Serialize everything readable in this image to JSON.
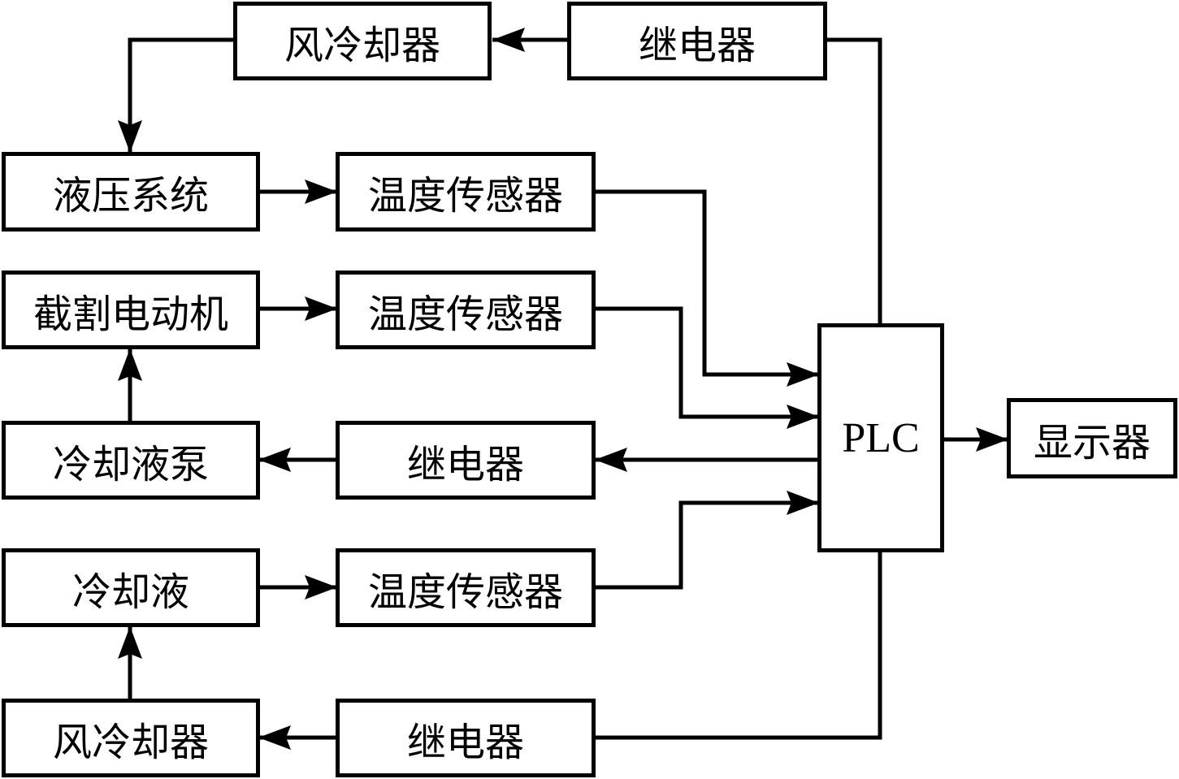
{
  "diagram": {
    "nodes": {
      "fan_cooler_top": "风冷却器",
      "relay_top": "继电器",
      "hydraulic_system": "液压系统",
      "temp_sensor_1": "温度传感器",
      "cutting_motor": "截割电动机",
      "temp_sensor_2": "温度传感器",
      "coolant_pump": "冷却液泵",
      "relay_mid": "继电器",
      "coolant": "冷却液",
      "temp_sensor_3": "温度传感器",
      "fan_cooler_bottom": "风冷却器",
      "relay_bottom": "继电器",
      "plc": "PLC",
      "display": "显示器"
    },
    "edges": [
      [
        "relay_top",
        "fan_cooler_top"
      ],
      [
        "fan_cooler_top",
        "hydraulic_system"
      ],
      [
        "hydraulic_system",
        "temp_sensor_1"
      ],
      [
        "cutting_motor",
        "temp_sensor_2"
      ],
      [
        "coolant_pump",
        "cutting_motor"
      ],
      [
        "relay_mid",
        "coolant_pump"
      ],
      [
        "coolant",
        "temp_sensor_3"
      ],
      [
        "fan_cooler_bottom",
        "coolant"
      ],
      [
        "relay_bottom",
        "fan_cooler_bottom"
      ],
      [
        "temp_sensor_1",
        "plc"
      ],
      [
        "temp_sensor_2",
        "plc"
      ],
      [
        "temp_sensor_3",
        "plc"
      ],
      [
        "plc",
        "relay_mid"
      ],
      [
        "plc",
        "relay_top"
      ],
      [
        "plc",
        "relay_bottom"
      ],
      [
        "plc",
        "display"
      ]
    ]
  }
}
